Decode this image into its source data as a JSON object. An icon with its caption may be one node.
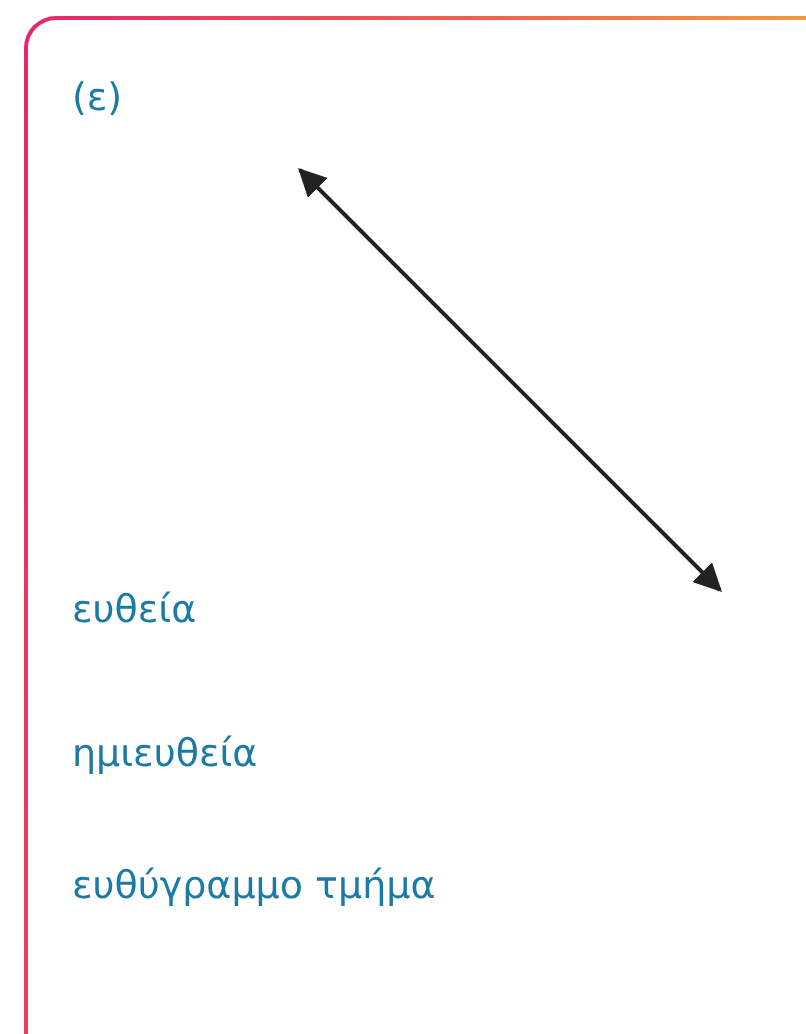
{
  "diagram": {
    "nodes": [
      {
        "text": [
          "(ε)",
          "ευθεία",
          "ημιευθεία",
          "ευθύγραμμο τμήμα"
        ]
      }
    ]
  }
}
